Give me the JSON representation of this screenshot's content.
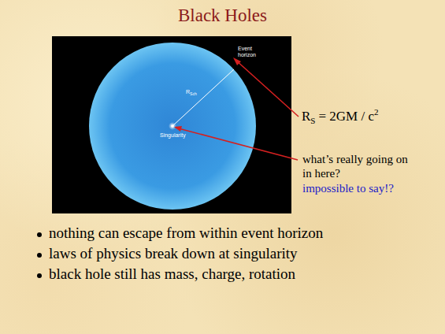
{
  "diagram": {
    "title": "Black Holes",
    "labels": [
      "Event horizon",
      "R",
      "Sch",
      "Singularity",
      "R",
      "S",
      "= 2GM / c",
      "2",
      "what’s really going on in here?",
      "impossible to say!?",
      "nothing can escape from within event horizon",
      "laws of physics break down at singularity",
      "black hole still has mass, charge, rotation"
    ]
  }
}
